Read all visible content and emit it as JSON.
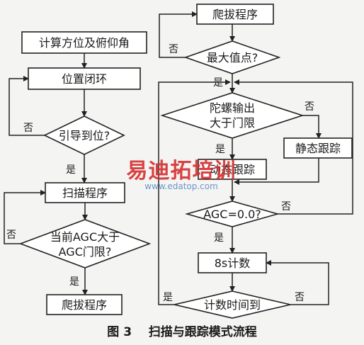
{
  "nodes": {
    "calc": "计算方位及俯仰角",
    "loop": "位置闭环",
    "guide_q": "引导到位?",
    "scan": "扫描程序",
    "agc_gt_l1": "当前AGC大于",
    "agc_gt_l2": "AGC门限?",
    "climb_left": "爬拔程序",
    "climb_top": "爬拔程序",
    "max_q": "最大值点?",
    "gyro_l1": "陀螺输出",
    "gyro_l2": "大于门限",
    "static_track": "静态跟踪",
    "dynamic_track": "动态跟踪",
    "agc_zero_q": "AGC=0.0?",
    "count8": "8s计数",
    "time_q": "计数时间到"
  },
  "labels": {
    "yes": "是",
    "no": "否"
  },
  "caption": "图 3    扫描与跟踪模式流程",
  "watermark": {
    "cn": "易迪拓培训",
    "en": "www.edatop.com",
    "color": "#d42a2a"
  }
}
